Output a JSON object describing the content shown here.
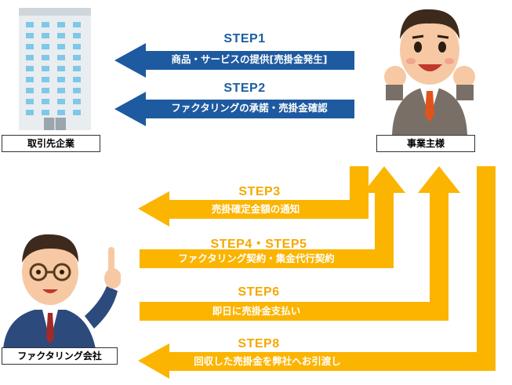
{
  "entities": {
    "client_company": "取引先企業",
    "business_owner": "事業主様",
    "factoring_company": "ファクタリング会社"
  },
  "steps": [
    {
      "title": "STEP1",
      "text": "商品・サービスの提供[売掛金発生]"
    },
    {
      "title": "STEP2",
      "text": "ファクタリングの承諾・売掛金確認"
    },
    {
      "title": "STEP3",
      "text": "売掛確定金額の通知"
    },
    {
      "title": "STEP4・STEP5",
      "text": "ファクタリング契約・集金代行契約"
    },
    {
      "title": "STEP6",
      "text": "即日に売掛金支払い"
    },
    {
      "title": "STEP8",
      "text": "回収した売掛金を弊社へお引渡し"
    }
  ],
  "colors": {
    "blue_arrow": "#1e5aa0",
    "gold_arrow": "#fbb400"
  }
}
